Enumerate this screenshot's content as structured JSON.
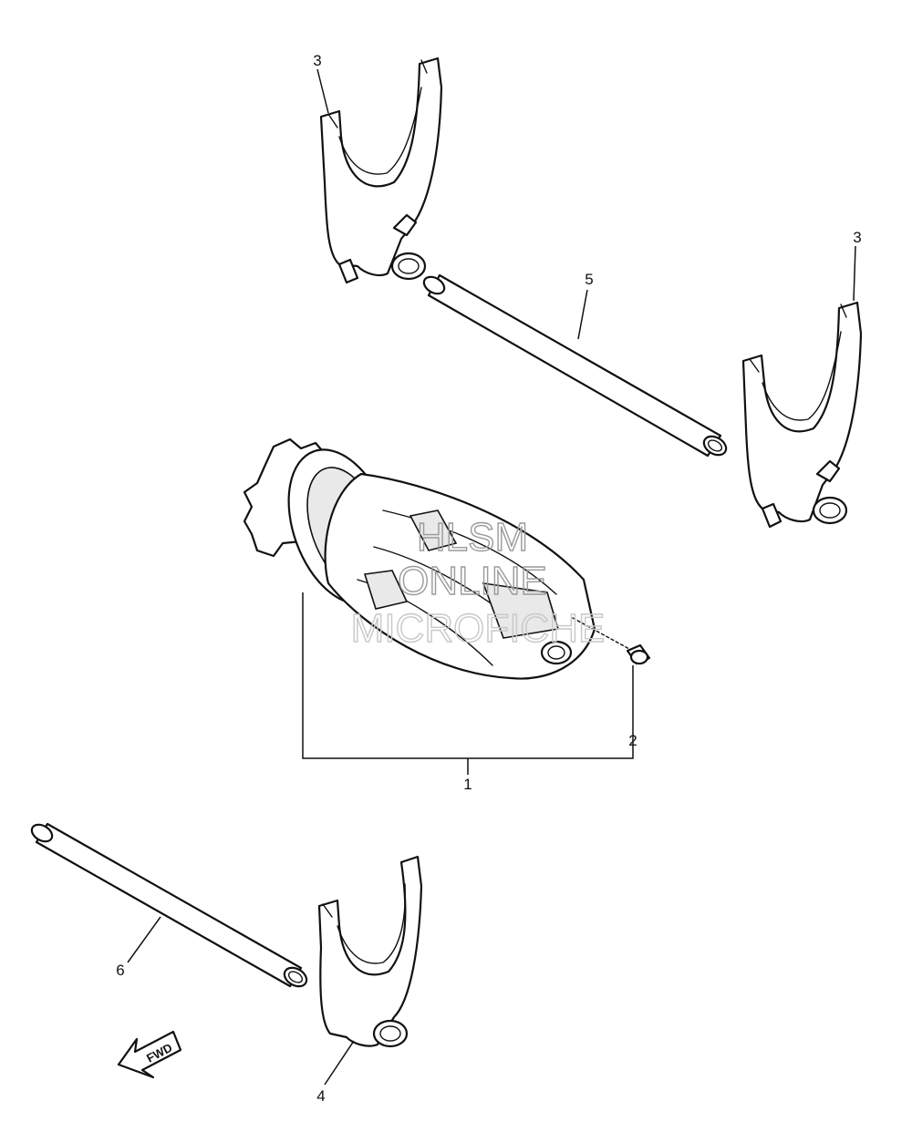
{
  "diagram": {
    "callouts": {
      "c1": "1",
      "c2": "2",
      "c3a": "3",
      "c3b": "3",
      "c4": "4",
      "c5": "5",
      "c6": "6"
    },
    "watermark": {
      "line1": "HLSM",
      "line2": "ONLINE",
      "line3": "MICROFICHE"
    },
    "direction_label": "FWD"
  }
}
